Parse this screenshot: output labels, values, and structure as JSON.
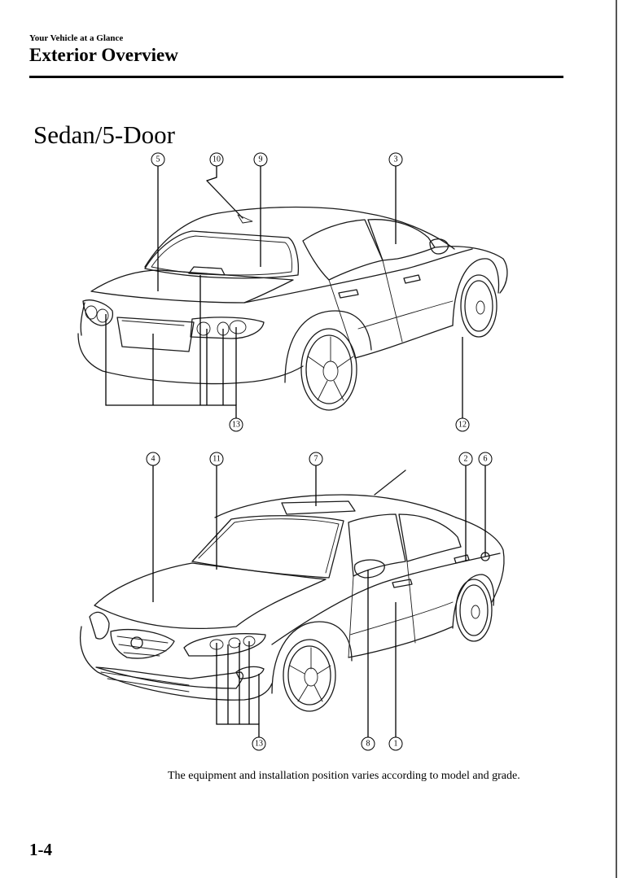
{
  "header": {
    "section": "Your Vehicle at a Glance",
    "title": "Exterior Overview"
  },
  "diagram": {
    "heading": "Sedan/5-Door",
    "callouts": [
      "1",
      "2",
      "3",
      "4",
      "5",
      "6",
      "7",
      "8",
      "9",
      "10",
      "11",
      "12",
      "13"
    ]
  },
  "footnote": "The equipment and installation position varies according to model and grade.",
  "page_number": "1-4"
}
